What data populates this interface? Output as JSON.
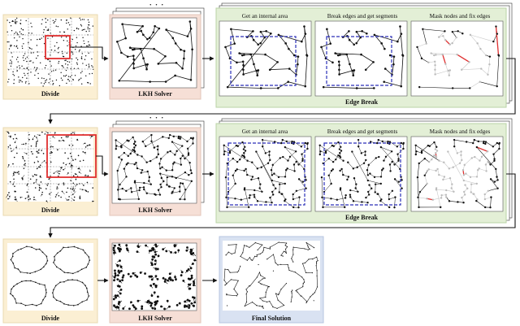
{
  "labels": {
    "divide": "Divide",
    "lkh_solver": "LKH Solver",
    "edge_break": "Edge Break",
    "final_solution": "Final Solution",
    "ellipsis": "· · ·"
  },
  "edge_break_steps": {
    "row1": [
      "Get an internal area",
      "Break edges and get segments",
      "Mask nodes and fix edges"
    ],
    "row2": [
      "Get an internal area",
      "Break edges and get segments",
      "Mask nodes and fix edges"
    ]
  },
  "colors": {
    "divide_bg": "#fbefd3",
    "lkh_bg": "#f6dfd6",
    "edge_break_bg": "#e3efd6",
    "final_bg": "#d9e2f2",
    "highlight": "#e03030",
    "internal_area": "#2a2fb8",
    "fixed_edge": "#e03030"
  }
}
